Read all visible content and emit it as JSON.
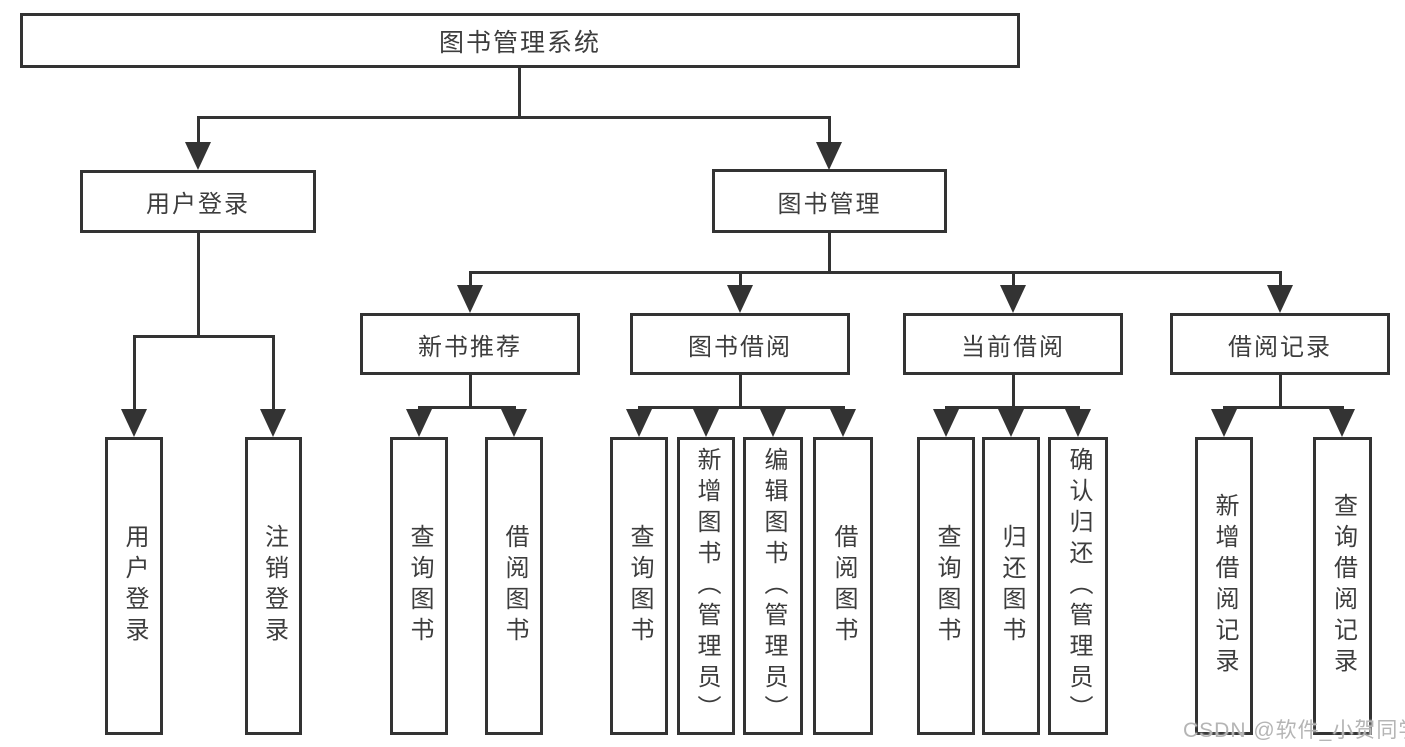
{
  "watermark": "CSDN @软件_小贺同学",
  "colors": {
    "line": "#333333",
    "box_border": "#333333",
    "text": "#3d3d3d",
    "watermark": "#b5b5b5",
    "background": "#ffffff"
  },
  "tree": {
    "label": "图书管理系统",
    "children": [
      {
        "label": "用户登录",
        "children": [
          {
            "label": "用户登录"
          },
          {
            "label": "注销登录"
          }
        ]
      },
      {
        "label": "图书管理",
        "children": [
          {
            "label": "新书推荐",
            "children": [
              {
                "label": "查询图书"
              },
              {
                "label": "借阅图书"
              }
            ]
          },
          {
            "label": "图书借阅",
            "children": [
              {
                "label": "查询图书"
              },
              {
                "label": "新增图书（管理员）"
              },
              {
                "label": "编辑图书（管理员）"
              },
              {
                "label": "借阅图书"
              }
            ]
          },
          {
            "label": "当前借阅",
            "children": [
              {
                "label": "查询图书"
              },
              {
                "label": "归还图书"
              },
              {
                "label": "确认归还（管理员）"
              }
            ]
          },
          {
            "label": "借阅记录",
            "children": [
              {
                "label": "新增借阅记录"
              },
              {
                "label": "查询借阅记录"
              }
            ]
          }
        ]
      }
    ]
  }
}
